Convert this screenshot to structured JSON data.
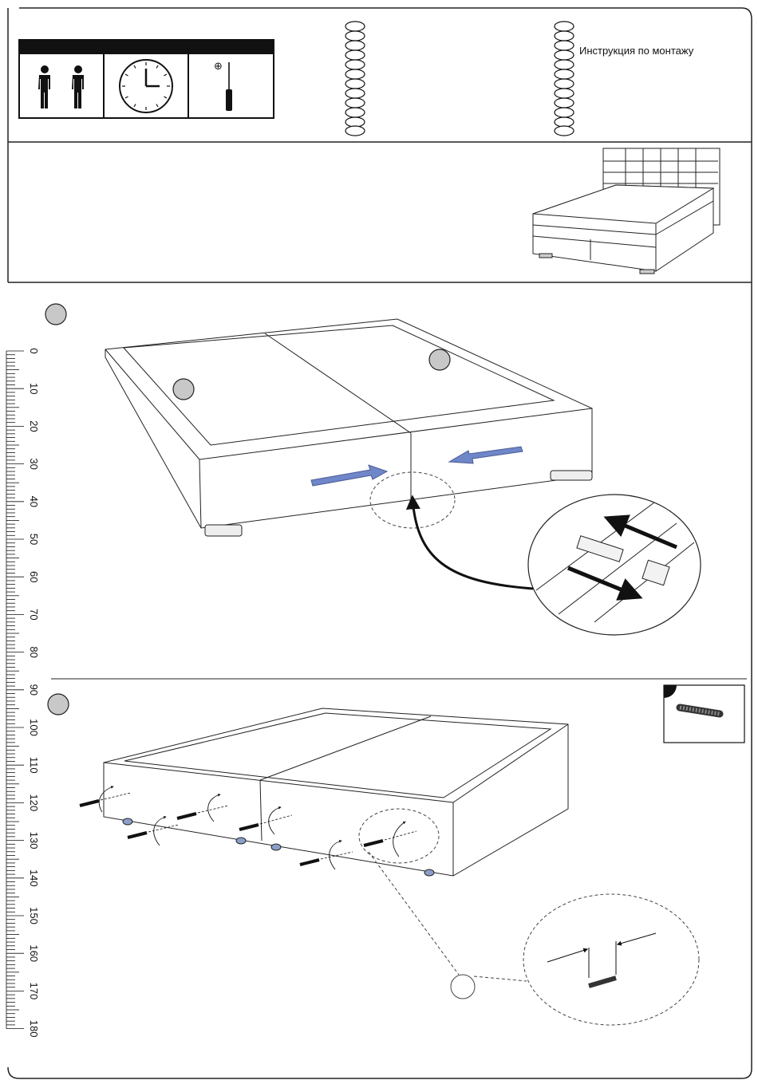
{
  "header": {
    "instruction_label": "Инструкция по монтажу",
    "tools": [
      {
        "icon": "two-persons-icon"
      },
      {
        "icon": "clock-icon"
      },
      {
        "icon": "screwdriver-icon",
        "symbol": "⊕"
      }
    ],
    "language_ovals_left": 12,
    "language_ovals_right": 12
  },
  "ruler": {
    "unit": "cm",
    "labels": [
      "0",
      "10",
      "20",
      "30",
      "40",
      "50",
      "60",
      "70",
      "80",
      "90",
      "100",
      "110",
      "120",
      "130",
      "140",
      "150",
      "160",
      "170",
      "180"
    ]
  },
  "steps": [
    {
      "name": "step-1",
      "icons": [
        "arrow-icon",
        "connector-plate-icon"
      ]
    },
    {
      "name": "step-2",
      "icons": [
        "threaded-rod-icon"
      ]
    }
  ],
  "colors": {
    "arrow_blue": "#6f86c9",
    "badge_gray": "#c8c8c8",
    "line": "#222222"
  }
}
